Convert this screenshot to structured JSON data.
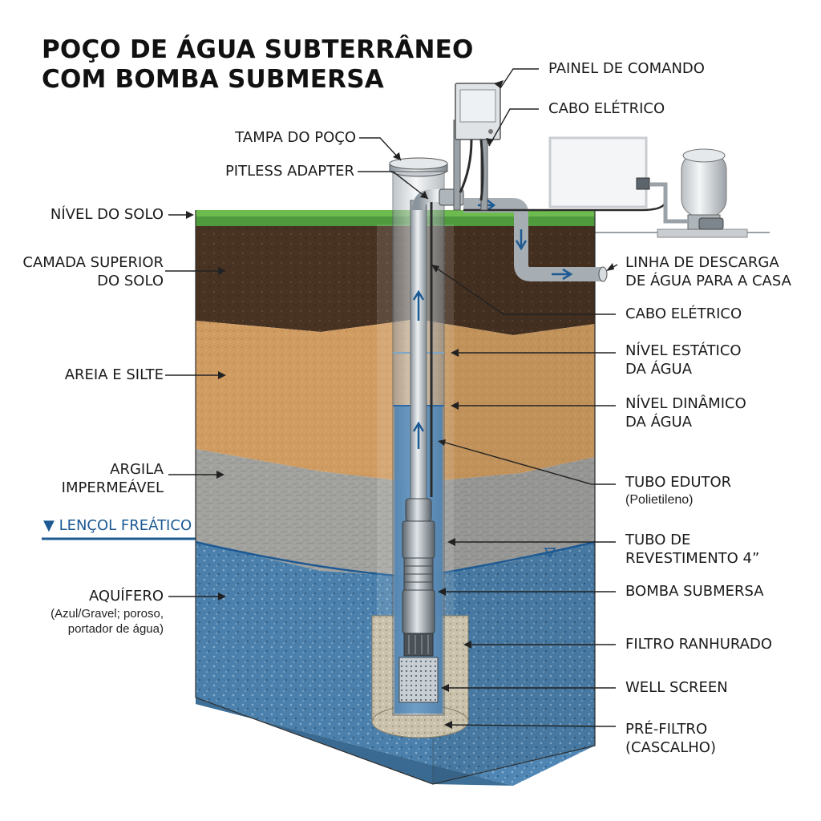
{
  "title": {
    "line1": "POÇO DE ÁGUA SUBTERRÂNEO",
    "line2": "COM BOMBA SUBMERSA"
  },
  "labels": {
    "painel_de_comando": "PAINEL DE COMANDO",
    "cabo_eletrico_top": "CABO ELÉTRICO",
    "tampa_do_poco": "TAMPA DO POÇO",
    "pitless_adapter": "PITLESS ADAPTER",
    "nivel_do_solo": "NÍVEL DO SOLO",
    "camada_superior_l1": "CAMADA SUPERIOR",
    "camada_superior_l2": "DO SOLO",
    "areia_e_silte": "AREIA E SILTE",
    "argila_l1": "ARGILA",
    "argila_l2": "IMPERMEÁVEL",
    "lencol_freatico": "▼ LENÇOL FREÁTICO",
    "aquifero": "AQUÍFERO",
    "aquifero_note_l1": "(Azul/Gravel; poroso,",
    "aquifero_note_l2": "portador de água)",
    "linha_descarga_l1": "LINHA DE DESCARGA",
    "linha_descarga_l2": "DE ÁGUA PARA A CASA",
    "cabo_eletrico_mid": "CABO ELÉTRICO",
    "nivel_estatico_l1": "NÍVEL ESTÁTICO",
    "nivel_estatico_l2": "DA ÁGUA",
    "nivel_dinamico_l1": "NÍVEL DINÂMICO",
    "nivel_dinamico_l2": "DA ÁGUA",
    "tubo_edutor_l1": "TUBO EDUTOR",
    "tubo_edutor_l2": "(Polietileno)",
    "tubo_revestimento_l1": "TUBO DE",
    "tubo_revestimento_l2": "REVESTIMENTO 4”",
    "bomba_submersa": "BOMBA SUBMERSA",
    "filtro_ranhurado": "FILTRO RANHURADO",
    "well_screen": "WELL SCREEN",
    "pre_filtro_l1": "PRÉ-FILTRO",
    "pre_filtro_l2": "(CASCALHO)"
  },
  "colors": {
    "grass": "#4e9a3c",
    "topsoil": "#4b3524",
    "sand": "#d9a366",
    "clay": "#a9a9a6",
    "aquifer": "#4f86b4",
    "water": "#3f7fb8",
    "water_table_line": "#1d5a93",
    "pipe": "#b9c0c6",
    "gravel_pack": "#c9c1ac"
  }
}
